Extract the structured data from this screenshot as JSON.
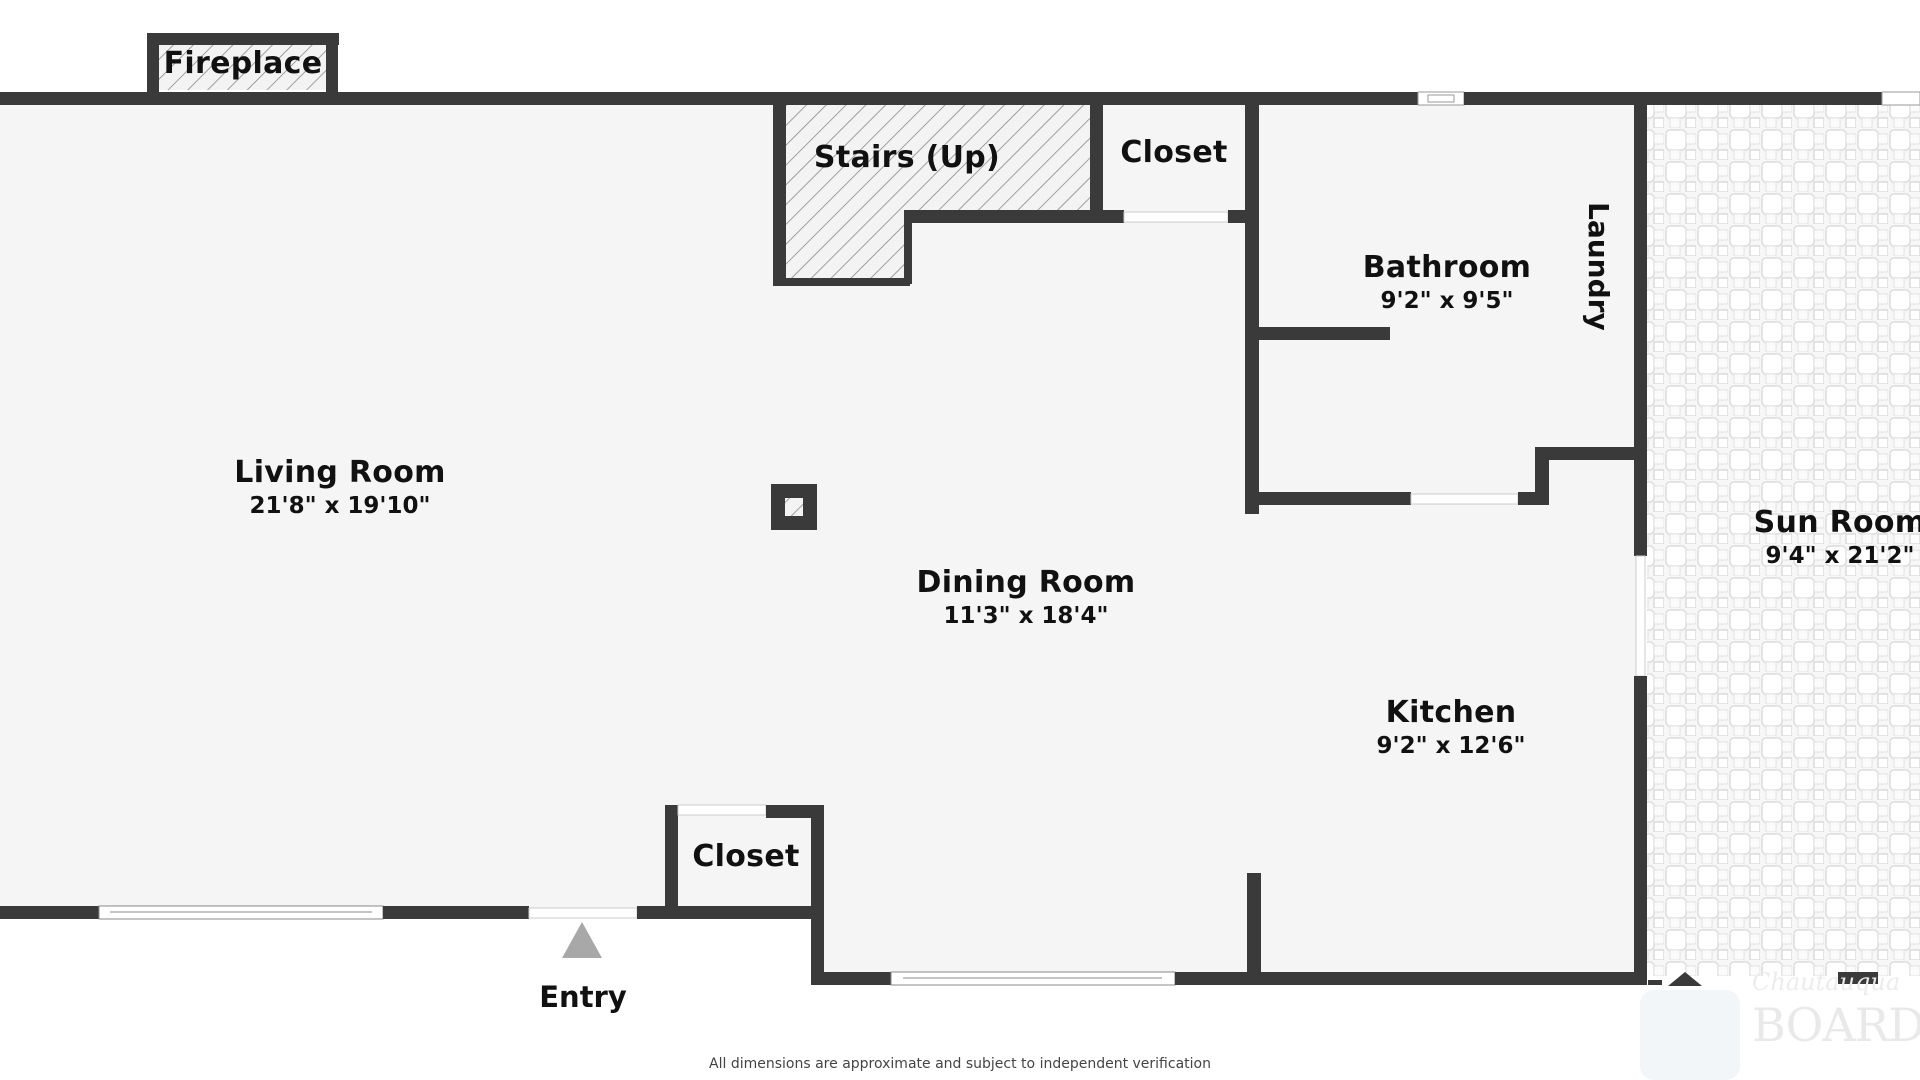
{
  "floorplan": {
    "rooms": [
      {
        "id": "fireplace",
        "name": "Fireplace",
        "dimensions": null
      },
      {
        "id": "stairs",
        "name": "Stairs (Up)",
        "dimensions": null
      },
      {
        "id": "closet-top",
        "name": "Closet",
        "dimensions": null
      },
      {
        "id": "bathroom",
        "name": "Bathroom",
        "dimensions": "9'2\" x 9'5\""
      },
      {
        "id": "laundry",
        "name": "Laundry",
        "dimensions": null
      },
      {
        "id": "living-room",
        "name": "Living Room",
        "dimensions": "21'8\" x 19'10\""
      },
      {
        "id": "dining-room",
        "name": "Dining Room",
        "dimensions": "11'3\" x 18'4\""
      },
      {
        "id": "kitchen",
        "name": "Kitchen",
        "dimensions": "9'2\" x 12'6\""
      },
      {
        "id": "sun-room",
        "name": "Sun Room",
        "dimensions": "9'4\" x 21'2\""
      },
      {
        "id": "closet-bottom",
        "name": "Closet",
        "dimensions": null
      }
    ],
    "entry_label": "Entry",
    "disclaimer": "All dimensions are approximate and subject to independent verification",
    "watermark": {
      "line1": "Chautauqua",
      "line2": "BOARD of R"
    },
    "colors": {
      "wall": "#3a3a3a",
      "floor": "#f5f5f5",
      "background": "#ffffff",
      "entry_arrow": "#a8a8a8",
      "tile_line": "#dcdcdc"
    }
  }
}
